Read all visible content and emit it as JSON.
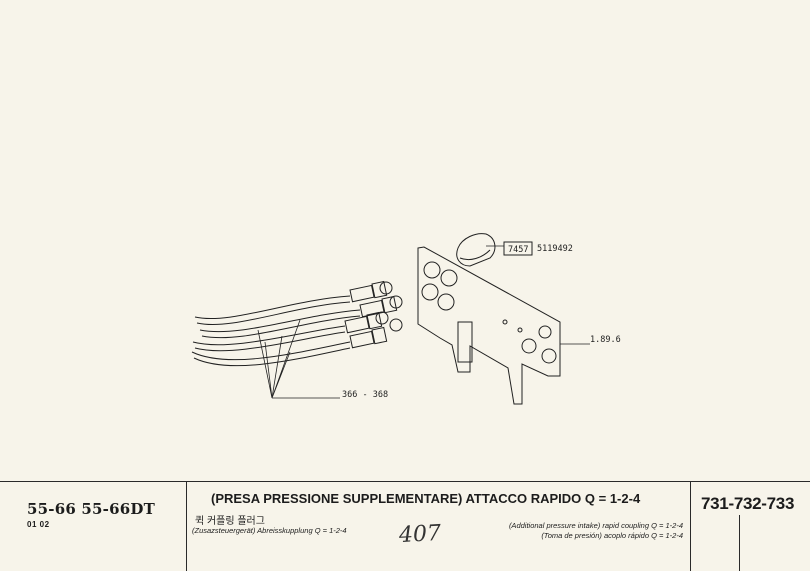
{
  "drawing": {
    "callouts": {
      "hoses": "366 - 368",
      "plate": "1.89.6",
      "cap_ref_box": "7457",
      "cap_part": "5119492"
    }
  },
  "footer": {
    "models": "55-66  55-66DT",
    "model_sub": "01 02",
    "title": "(PRESA PRESSIONE SUPPLEMENTARE) ATTACCO RAPIDO Q = 1-2-4",
    "korean": "퀵 커플링 플러그",
    "german": "(Zusazsteuergerät) Abreisskupplung Q = 1-2-4",
    "handwritten": "407",
    "english": "(Additional pressure intake) rapid coupling Q = 1-2-4",
    "spanish": "(Toma de presión) acoplo rápido Q = 1-2-4",
    "code": "731-732-733"
  }
}
